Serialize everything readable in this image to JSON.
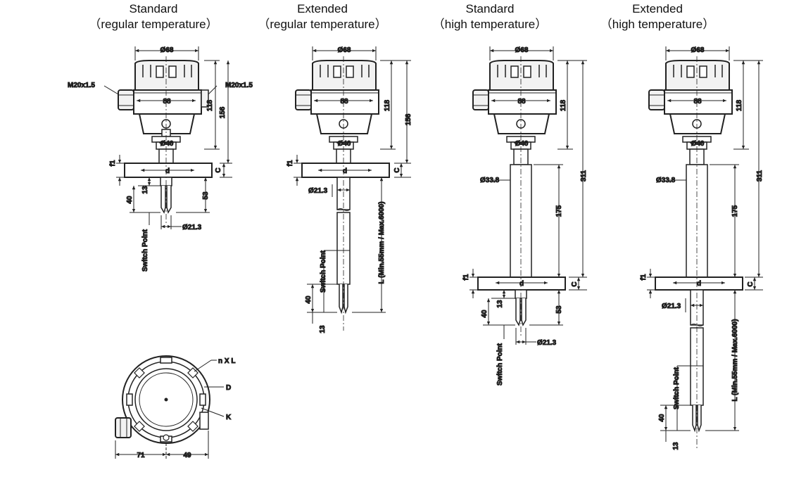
{
  "columns": [
    {
      "title": "Standard",
      "subtitle": "（regular temperature）"
    },
    {
      "title": "Extended",
      "subtitle": "（regular temperature）"
    },
    {
      "title": "Standard",
      "subtitle": "（high temperature）"
    },
    {
      "title": "Extended",
      "subtitle": "（high temperature）"
    }
  ],
  "dims": {
    "d68": "Ø68",
    "d88": "88",
    "d40": "Ø40",
    "d21_3": "Ø21.3",
    "d33_8": "Ø33.8",
    "m20": "M20x1.5",
    "f1": "f1",
    "d": "d",
    "c": "C",
    "h118": "118",
    "h156": "156",
    "h311": "311",
    "h175": "175",
    "h53": "53",
    "h40": "40",
    "h13": "13",
    "switch": "Switch Point",
    "length": "L (Min.55mm / Max.6000)"
  },
  "top_view": {
    "nxl": "n X L",
    "D": "D",
    "K": "K",
    "w71": "71",
    "w49": "49"
  }
}
